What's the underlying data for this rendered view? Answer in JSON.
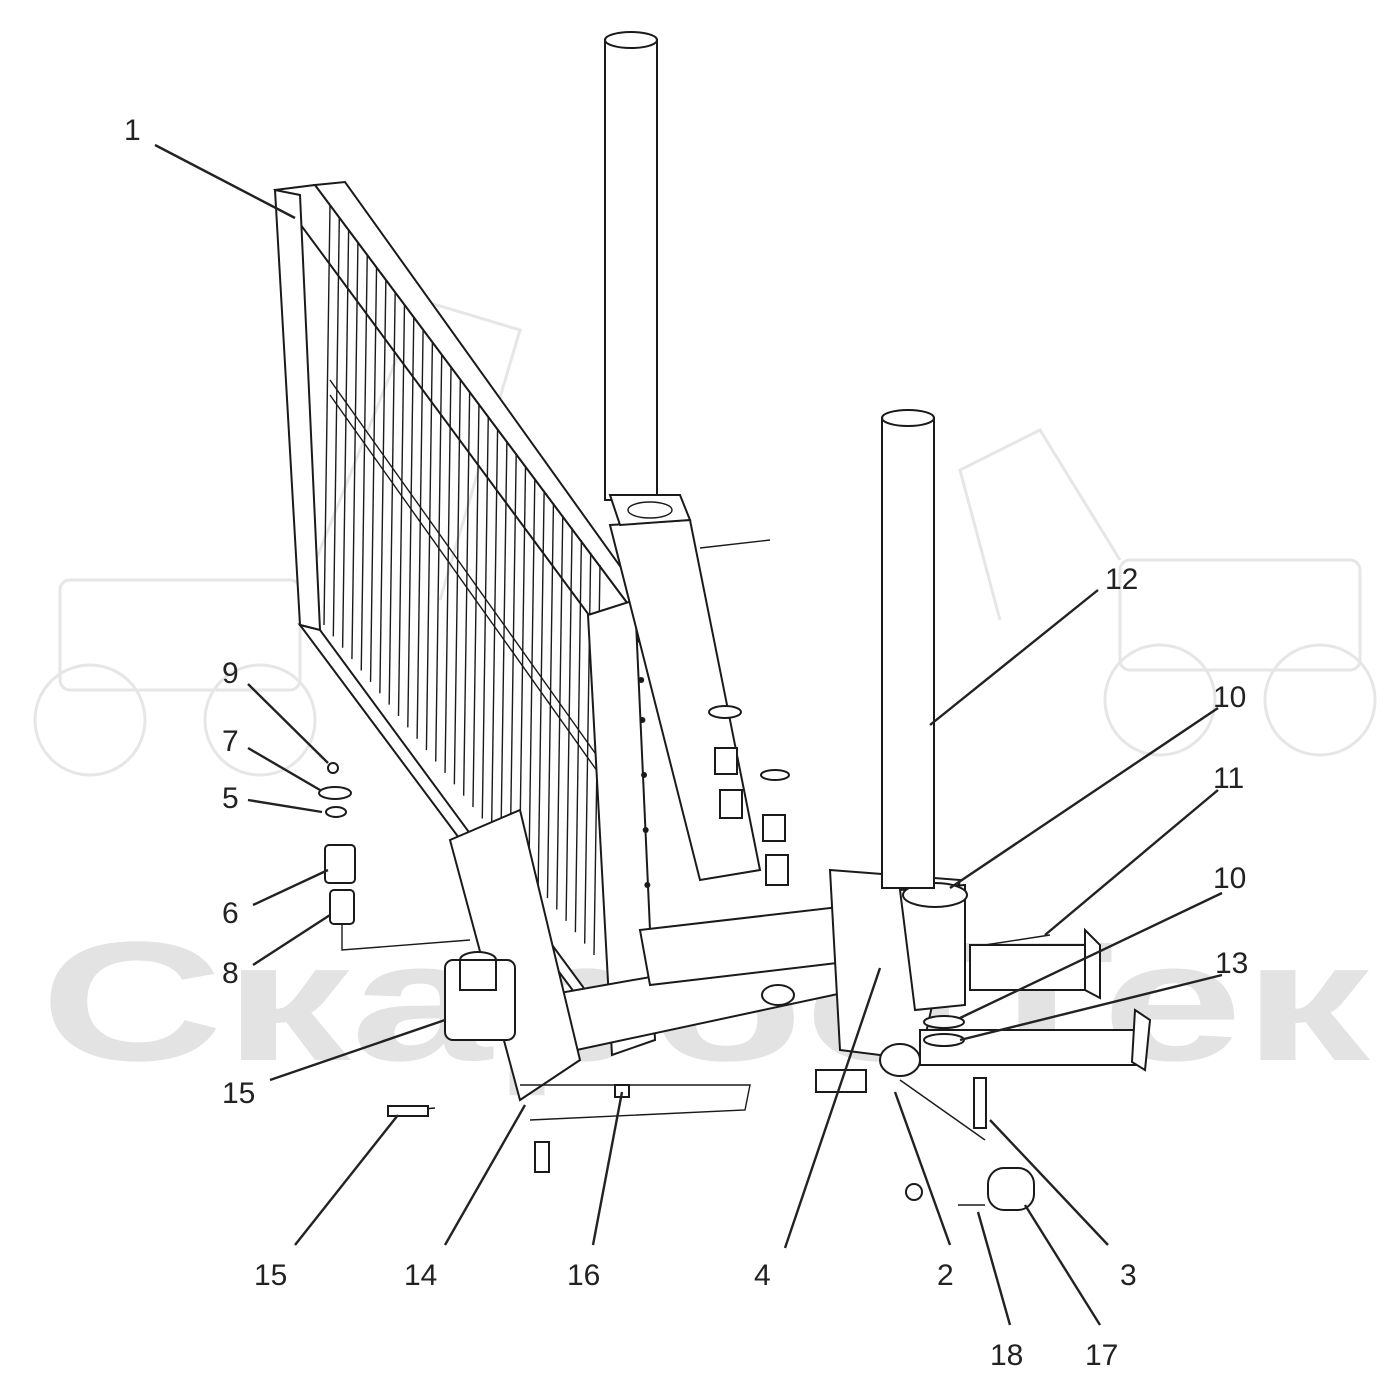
{
  "watermark": {
    "text": "СкарбоТек",
    "color": "#e3e3e3"
  },
  "callouts": [
    {
      "id": "1"
    },
    {
      "id": "2"
    },
    {
      "id": "3"
    },
    {
      "id": "4"
    },
    {
      "id": "5"
    },
    {
      "id": "6"
    },
    {
      "id": "7"
    },
    {
      "id": "8"
    },
    {
      "id": "9"
    },
    {
      "id": "10"
    },
    {
      "id": "10"
    },
    {
      "id": "11"
    },
    {
      "id": "12"
    },
    {
      "id": "13"
    },
    {
      "id": "14"
    },
    {
      "id": "15"
    },
    {
      "id": "15"
    },
    {
      "id": "16"
    },
    {
      "id": "17"
    },
    {
      "id": "18"
    }
  ]
}
